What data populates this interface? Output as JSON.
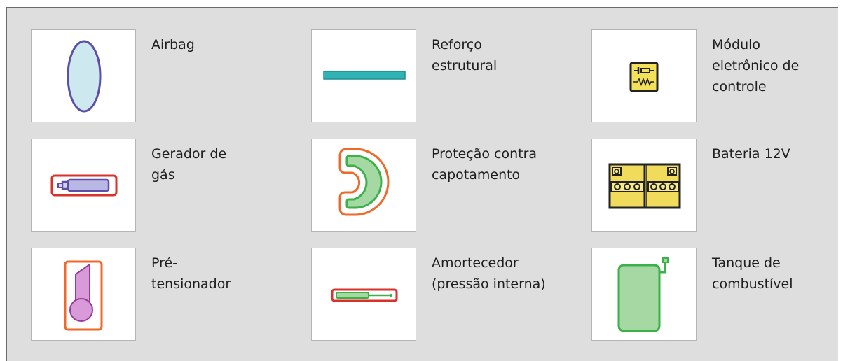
{
  "components": [
    {
      "id": "airbag",
      "label": "Airbag",
      "icon": "airbag-icon"
    },
    {
      "id": "reforco",
      "label": "Reforço\nestrutural",
      "icon": "structural-reinforcement-icon"
    },
    {
      "id": "modulo",
      "label": "Módulo\neletrônico de\ncontrole",
      "icon": "control-module-icon"
    },
    {
      "id": "gerador",
      "label": "Gerador de\ngás",
      "icon": "gas-generator-icon"
    },
    {
      "id": "protecao",
      "label": "Proteção contra\ncapotamento",
      "icon": "rollover-protection-icon"
    },
    {
      "id": "bateria",
      "label": "Bateria 12V",
      "icon": "battery-icon"
    },
    {
      "id": "pretensionador",
      "label": "Pré-\ntensionador",
      "icon": "pretensioner-icon"
    },
    {
      "id": "amortecedor",
      "label": "Amortecedor\n(pressão interna)",
      "icon": "shock-absorber-icon"
    },
    {
      "id": "tanque",
      "label": "Tanque de\ncombustível",
      "icon": "fuel-tank-icon"
    }
  ],
  "colors": {
    "panel_bg": "#dedede",
    "airbag": "#cde8ef",
    "reinforcement": "#2fb3b5",
    "electronics": "#f3e15a",
    "outline_red": "#d9312b",
    "outline_orange": "#ef6a2a",
    "green_fill": "#a6d8a4",
    "green_stroke": "#3bb14a",
    "purple": "#7355a8",
    "pink": "#d89ad8"
  }
}
